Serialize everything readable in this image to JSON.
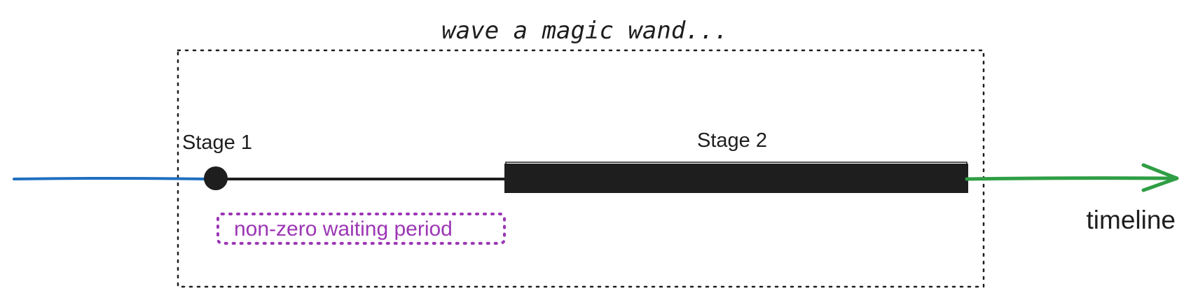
{
  "title": "wave a magic wand...",
  "labels": {
    "stage1": "Stage 1",
    "stage2": "Stage 2",
    "waiting": "non-zero waiting period",
    "timeline": "timeline"
  },
  "colors": {
    "before": "#1f6fbf",
    "after": "#2f9e44",
    "waiting": "#9c36b5",
    "ink": "#1e1e1e"
  }
}
